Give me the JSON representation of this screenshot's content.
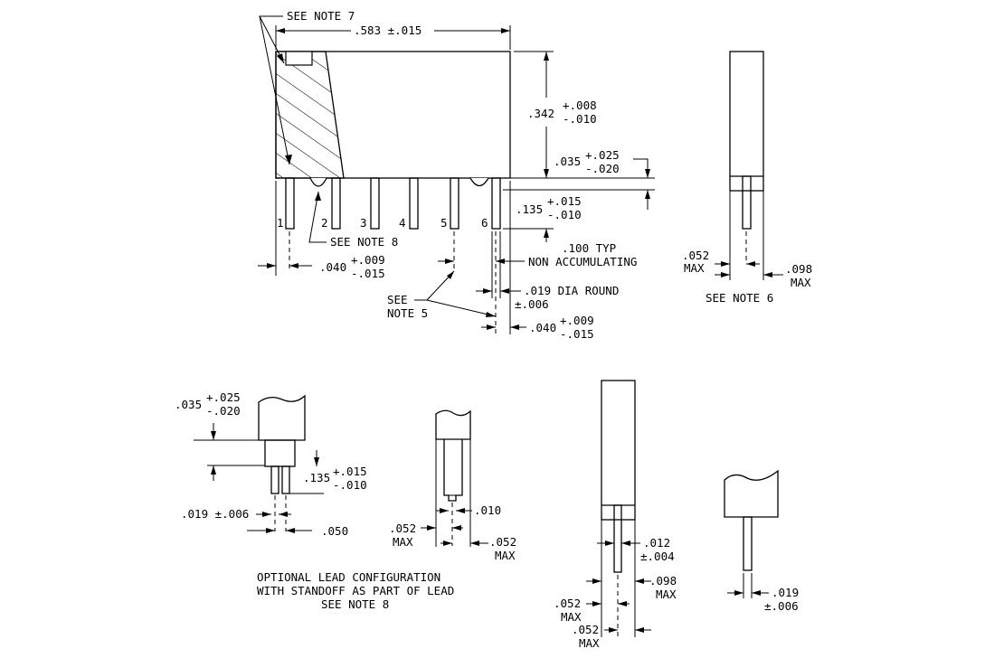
{
  "colors": {
    "ink": "#000000",
    "background": "#ffffff"
  },
  "main_view": {
    "see_note_7": "SEE NOTE 7",
    "width_dim": ".583 ±.015",
    "height_value": ".342",
    "height_tol_plus": "+.008",
    "height_tol_minus": "-.010",
    "step_value": ".035",
    "step_tol_plus": "+.025",
    "step_tol_minus": "-.020",
    "standoff_value": ".135",
    "standoff_tol_plus": "+.015",
    "standoff_tol_minus": "-.010",
    "pin_labels": [
      "1",
      "2",
      "3",
      "4",
      "5",
      "6"
    ],
    "see_note_8": "SEE NOTE 8",
    "pitch_line1": ".100 TYP",
    "pitch_line2": "NON ACCUMULATING",
    "edge_value": ".040",
    "edge_tol_plus": "+.009",
    "edge_tol_minus": "-.015",
    "lead_dia_line1": ".019 DIA ROUND",
    "lead_dia_line2": "±.006",
    "see_note_5_line1": "SEE",
    "see_note_5_line2": "NOTE 5",
    "edge2_value": ".040",
    "edge2_tol_plus": "+.009",
    "edge2_tol_minus": "-.015"
  },
  "side_view": {
    "left_value": ".052",
    "left_max": "MAX",
    "right_value": ".098",
    "right_max": "MAX",
    "see_note_6": "SEE NOTE 6"
  },
  "optional_lead": {
    "step_value": ".035",
    "step_tol_plus": "+.025",
    "step_tol_minus": "-.020",
    "standoff_value": ".135",
    "standoff_tol_plus": "+.015",
    "standoff_tol_minus": "-.010",
    "dia_value": ".019 ±.006",
    "width_value": ".050",
    "caption_line1": "OPTIONAL LEAD CONFIGURATION",
    "caption_line2": "WITH STANDOFF AS PART OF LEAD",
    "caption_line3": "SEE NOTE 8"
  },
  "detail_b": {
    "tip_value": ".010",
    "left_value": ".052",
    "left_max": "MAX",
    "right_value": ".052",
    "right_max": "MAX"
  },
  "detail_c": {
    "lead_value": ".012",
    "lead_tol": "±.004",
    "right_value": ".098",
    "right_max": "MAX",
    "left_value": ".052",
    "left_max": "MAX",
    "bottom_value": ".052",
    "bottom_max": "MAX"
  },
  "detail_d": {
    "lead_value": ".019",
    "lead_tol": "±.006"
  }
}
